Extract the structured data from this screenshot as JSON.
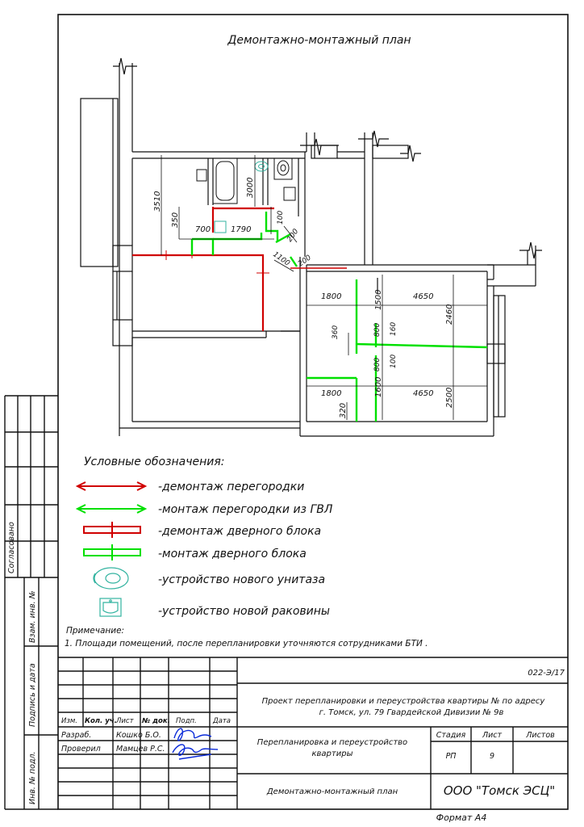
{
  "plan": {
    "title": "Демонтажно-монтажный план",
    "dimensions": {
      "d3510": "3510",
      "d3000": "3000",
      "d350": "350",
      "d700": "700",
      "d1790": "1790",
      "d100a": "100",
      "d200a": "200",
      "d1100": "1100",
      "d200b": "200",
      "d1800a": "1800",
      "d4650a": "4650",
      "d1500": "1500",
      "d2460": "2460",
      "d360": "360",
      "d800a": "800",
      "d160": "160",
      "d800b": "800",
      "d100b": "100",
      "d1600": "1600",
      "d1800b": "1800",
      "d4650b": "4650",
      "d2500": "2500",
      "d320": "320"
    }
  },
  "legend": {
    "title": "Условные обозначения:",
    "items": [
      {
        "label": "-демонтаж перегородки"
      },
      {
        "label": "-монтаж перегородки из ГВЛ"
      },
      {
        "label": "-демонтаж дверного блока"
      },
      {
        "label": "-монтаж дверного блока"
      },
      {
        "label": "-устройство нового унитаза"
      },
      {
        "label": "-устройство новой раковины"
      }
    ]
  },
  "note": {
    "title": "Примечание:",
    "text": "1. Площади помещений, после перепланировки уточняются сотрудниками БТИ ."
  },
  "side_stamp": {
    "agreed": "Согласовано",
    "inv_sub": "Взам. инв. №",
    "sign_date": "Подпись и дата",
    "inv_orig": "Инв. № подл."
  },
  "title_block": {
    "doc_code": "022-Э/17",
    "project_line1": "Проект перепланировки и переустройства квартиры №     по адресу",
    "project_line2": "г. Томск, ул. 79 Гвардейской Дивизии № 9в",
    "columns": {
      "izm": "Изм.",
      "kol": "Кол. уч.",
      "list": "Лист",
      "doc": "№ док.",
      "sign": "Подп.",
      "date": "Дата"
    },
    "rows": [
      {
        "role": "Разраб.",
        "name": "Кошко Б.О."
      },
      {
        "role": "Проверил",
        "name": "Мамцев Р.С."
      }
    ],
    "work_title_line1": "Перепланировка и переустройство",
    "work_title_line2": "квартиры",
    "stage_label": "Стадия",
    "sheet_label": "Лист",
    "sheets_label": "Листов",
    "stage_value": "РП",
    "sheet_value": "9",
    "sheets_value": "",
    "drawing_name": "Демонтажно-монтажный план",
    "company": "ООО \"Томск ЭСЦ\"",
    "format": "Формат А4"
  },
  "colors": {
    "demolish": "#d00000",
    "install": "#00e000",
    "fixture": "#33b3a0",
    "signature": "#0a2ad8",
    "line": "#111111"
  }
}
